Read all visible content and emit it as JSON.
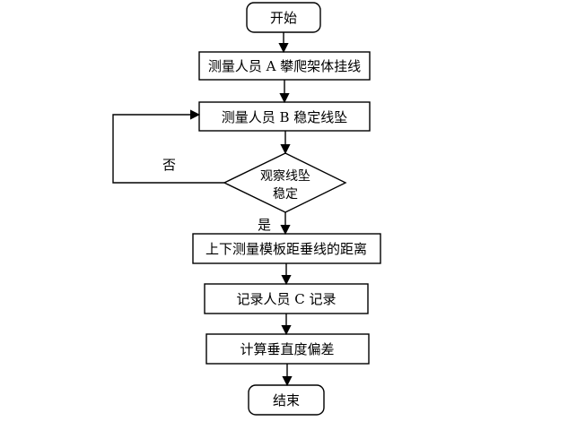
{
  "diagram": {
    "start": "开始",
    "step1": "测量人员 A 攀爬架体挂线",
    "step2": "测量人员 B 稳定线坠",
    "decision_line1": "观察线坠",
    "decision_line2": "稳定",
    "label_no": "否",
    "label_yes": "是",
    "step3": "上下测量模板距垂线的距离",
    "step4": "记录人员 C 记录",
    "step5": "计算垂直度偏差",
    "end": "结束"
  }
}
